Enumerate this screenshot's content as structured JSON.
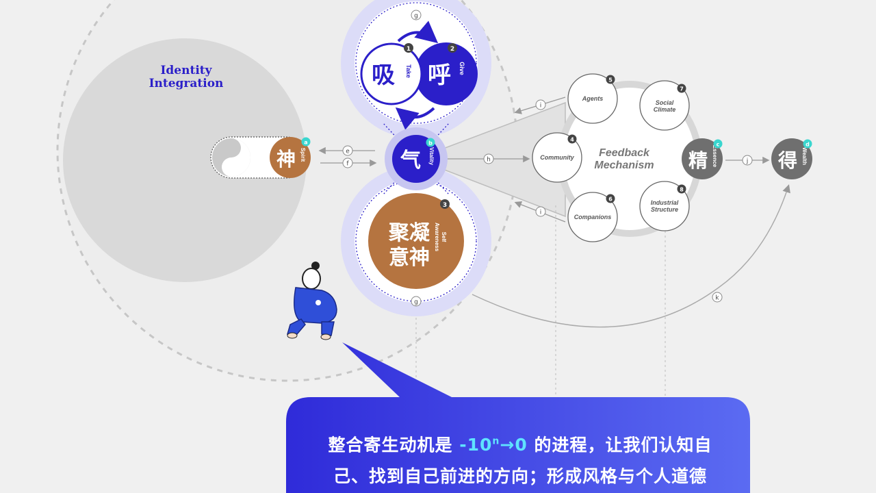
{
  "identity": {
    "title_line1": "Identity",
    "title_line2": "Integration"
  },
  "nodes": {
    "shen": {
      "char": "神",
      "en": "Spirit",
      "badge": "a"
    },
    "xi": {
      "char": "吸",
      "en": "Take",
      "badge": "1"
    },
    "hu": {
      "char": "呼",
      "en": "Give",
      "badge": "2"
    },
    "qi": {
      "char": "气",
      "en": "Vitality",
      "badge": "b"
    },
    "juning": {
      "char_line1": "聚凝",
      "char_line2": "意神",
      "en_line1": "Self",
      "en_line2": "Awareness",
      "badge": "3"
    },
    "jing": {
      "char": "精",
      "en": "Essence",
      "badge": "c"
    },
    "de": {
      "char": "得",
      "en": "Wealth",
      "badge": "d"
    }
  },
  "feedback": {
    "title_line1": "Feedback",
    "title_line2": "Mechanism",
    "community": {
      "label": "Community",
      "badge": "4"
    },
    "agents": {
      "label": "Agents",
      "badge": "5"
    },
    "companions": {
      "label": "Companions",
      "badge": "6"
    },
    "social": {
      "label_line1": "Social",
      "label_line2": "Climate",
      "badge": "7"
    },
    "industrial": {
      "label_line1": "Industrial",
      "label_line2": "Structure",
      "badge": "8"
    }
  },
  "edge_labels": {
    "e": "e",
    "f": "f",
    "g_top": "g",
    "g_bottom": "g",
    "h": "h",
    "i_top": "i",
    "i_bottom": "i",
    "j": "j",
    "k": "k"
  },
  "bubble": {
    "line1_prefix": "整合寄生动机是",
    "highlight_base": "-10",
    "highlight_sup": "n",
    "highlight_tail": "→0",
    "line1_suffix": "的进程，让我们认知自",
    "line2": "己、找到自己前进的方向；形成风格与个人道德"
  },
  "colors": {
    "blue": "#2b1fc9",
    "brown": "#b57440",
    "gray_dark": "#6f6f6f",
    "halo": "#dcdcf8",
    "badge_cyan": "#3ad6cf",
    "bubble_start": "#2f2bd9",
    "bubble_end": "#5b6bf2"
  }
}
